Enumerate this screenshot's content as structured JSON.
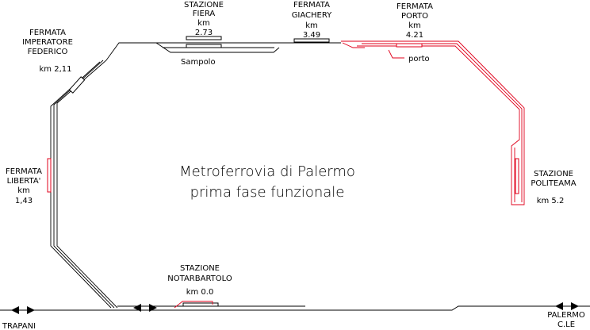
{
  "title": {
    "line1": "Metroferrovia di Palermo",
    "line2": "prima fase funzionale"
  },
  "stations": {
    "fiera": {
      "line1": "STAZIONE",
      "line2": "FIERA",
      "line3": "km",
      "line4": "2.73"
    },
    "giachery": {
      "line1": "FERMATA",
      "line2": "GIACHERY",
      "line3": "km",
      "line4": "3.49"
    },
    "porto": {
      "line1": "FERMATA",
      "line2": "PORTO",
      "line3": "km",
      "line4": "4.21"
    },
    "imperatore": {
      "line1": "FERMATA",
      "line2": "IMPERATORE",
      "line3": "FEDERICO",
      "line4": "km 2,11"
    },
    "liberta": {
      "line1": "FERMATA",
      "line2": "LIBERTA'",
      "line3": "km",
      "line4": "1,43"
    },
    "politeama": {
      "line1": "STAZIONE",
      "line2": "POLITEAMA",
      "line3": "km 5.2"
    },
    "notarbartolo": {
      "line1": "STAZIONE",
      "line2": "NOTARBARTOLO",
      "line3": "km 0.0"
    }
  },
  "branches": {
    "sampolo": "Sampolo",
    "porto": "porto"
  },
  "endpoints": {
    "trapani": "TRAPANI",
    "palermo_line1": "PALERMO",
    "palermo_line2": "C.LE"
  },
  "colors": {
    "existing_track": "#000000",
    "new_track": "#e0001b"
  }
}
